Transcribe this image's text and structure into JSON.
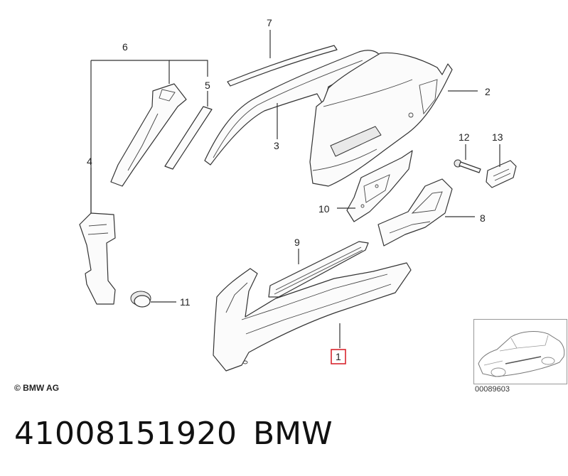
{
  "callouts": {
    "c1": "1",
    "c2": "2",
    "c3": "3",
    "c4": "4",
    "c5": "5",
    "c6": "6",
    "c7": "7",
    "c8": "8",
    "c9": "9",
    "c10": "10",
    "c11": "11",
    "c12": "12",
    "c13": "13"
  },
  "highlight_color": "#d9262e",
  "copyright": "© BMW AG",
  "reference_number": "00089603",
  "part_number": "41008151920",
  "brand": "BMW"
}
